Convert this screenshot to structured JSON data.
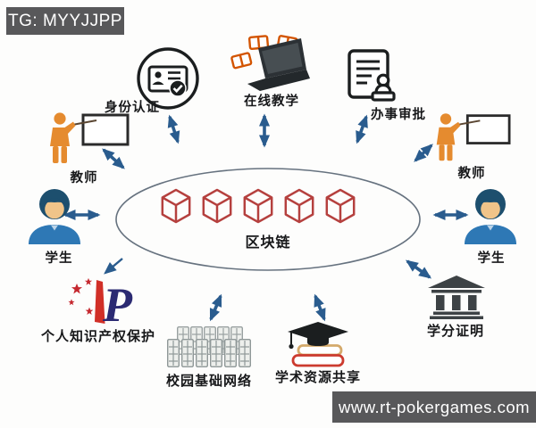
{
  "watermarks": {
    "tg_badge": "TG: MYYJJPP",
    "site_url": "www.rt-pokergames.com"
  },
  "center": {
    "label": "区块链",
    "cube_count": 5,
    "cube_icon": "blockchain-cube-icon"
  },
  "nodes": [
    {
      "id": "identity-auth",
      "label": "身份认证",
      "icon": "id-card-check-icon"
    },
    {
      "id": "online-teaching",
      "label": "在线教学",
      "icon": "laptop-books-icon"
    },
    {
      "id": "approval",
      "label": "办事审批",
      "icon": "document-stamp-icon"
    },
    {
      "id": "teacher-left",
      "label": "教师",
      "icon": "teacher-blackboard-icon"
    },
    {
      "id": "teacher-right",
      "label": "教师",
      "icon": "teacher-blackboard-icon"
    },
    {
      "id": "student-left",
      "label": "学生",
      "icon": "student-avatar-icon"
    },
    {
      "id": "student-right",
      "label": "学生",
      "icon": "student-avatar-icon"
    },
    {
      "id": "ip-protection",
      "label": "个人知识产权保护",
      "icon": "ip-flag-p-logo-icon"
    },
    {
      "id": "campus-network",
      "label": "校园基础网络",
      "icon": "server-racks-icon"
    },
    {
      "id": "academic-sharing",
      "label": "学术资源共享",
      "icon": "graduation-cap-books-icon"
    },
    {
      "id": "credit-cert",
      "label": "学分证明",
      "icon": "bank-building-icon"
    }
  ],
  "colors": {
    "arrow": "#2a5c8e",
    "cube": "#b5403e",
    "ellipse_border": "#66727f",
    "badge_bg": "#58585a",
    "teacher_orange": "#e58b2f",
    "student_blue": "#2e78b5",
    "student_hair": "#1d4f6e",
    "logo_red": "#c5282f",
    "logo_navy": "#2b2a72",
    "icon_black": "#1b1e1f",
    "book_orange": "#d35400",
    "bank_gray": "#3d4245",
    "server_gray": "#8f9898"
  }
}
